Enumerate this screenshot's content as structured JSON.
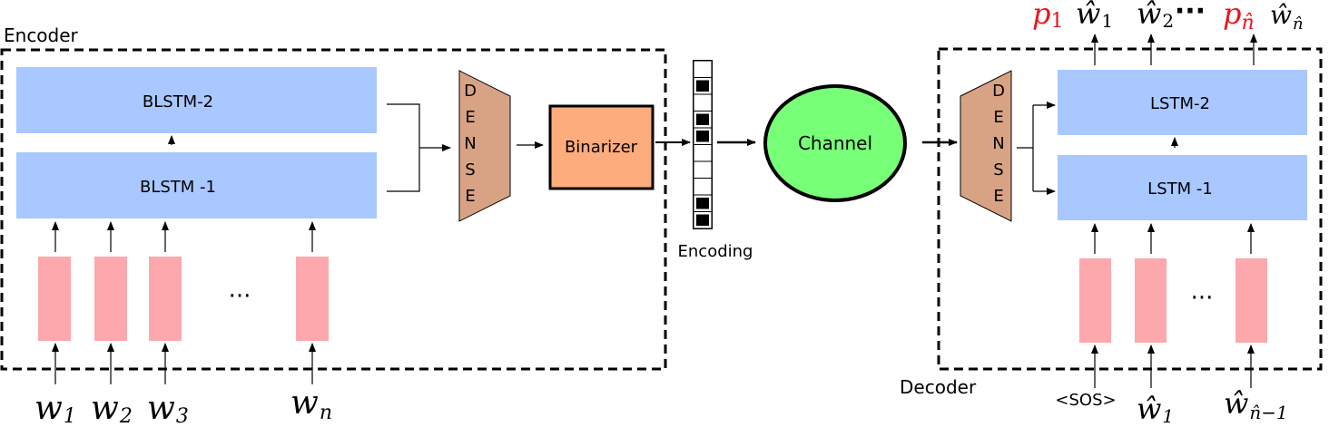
{
  "encoder": {
    "title": "Encoder",
    "blstm2": "BLSTM-2",
    "blstm1": "BLSTM -1",
    "dense_letters": [
      "D",
      "E",
      "N",
      "S",
      "E"
    ],
    "binarizer": "Binarizer",
    "inputs": [
      "w",
      "w",
      "w",
      "w"
    ],
    "input_subscripts": [
      "1",
      "2",
      "3",
      "n"
    ],
    "ellipsis": "···"
  },
  "encoding": {
    "label": "Encoding",
    "bits": [
      0,
      1,
      0,
      1,
      1,
      0,
      0,
      0,
      1,
      1
    ]
  },
  "channel": {
    "label": "Channel"
  },
  "decoder": {
    "title": "Decoder",
    "lstm2": "LSTM-2",
    "lstm1": "LSTM -1",
    "dense_letters": [
      "D",
      "E",
      "N",
      "S",
      "E"
    ],
    "sos": "<SOS>",
    "inputs": [
      "ŵ",
      "ŵ"
    ],
    "input_subscripts": [
      "1",
      "n̂−1"
    ],
    "outputs": {
      "p1": "p",
      "p1_sub": "1",
      "w1": "ŵ",
      "w1_sub": "1",
      "w2": "ŵ",
      "w2_sub": "2",
      "dots": "···",
      "pn": "p",
      "pn_sub": "n̂",
      "wn": "ŵ",
      "wn_sub": "n̂"
    },
    "ellipsis": "···"
  },
  "colors": {
    "lstm_block": "#a9c8ff",
    "input_block": "#fca8ad",
    "dense": "#d8a384",
    "binarizer": "#fdac7b",
    "channel": "#78ff78",
    "highlight": "#e8141c"
  }
}
